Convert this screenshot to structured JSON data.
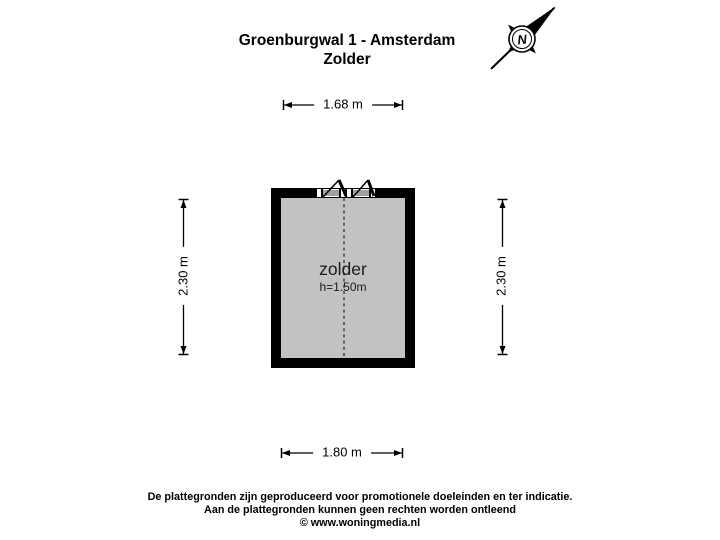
{
  "title": {
    "line1": "Groenburgwal 1 - Amsterdam",
    "line2": "Zolder"
  },
  "compass": {
    "north_label": "N"
  },
  "dimensions": {
    "top": {
      "label": "1.68 m"
    },
    "bottom": {
      "label": "1.80 m"
    },
    "left": {
      "label": "2.30 m"
    },
    "right": {
      "label": "2.30 m"
    }
  },
  "room": {
    "name": "zolder",
    "ceiling_height": "h=1.50m"
  },
  "footer": {
    "line1": "De plattegronden zijn geproduceerd voor promotionele doeleinden en ter indicatie.",
    "line2": "Aan de plattegronden kunnen geen rechten worden ontleend",
    "line3": "© www.woningmedia.nl"
  },
  "colors": {
    "wall": "#000000",
    "floor": "#c2c2c2",
    "background": "#ffffff",
    "dimension_line": "#000000"
  }
}
